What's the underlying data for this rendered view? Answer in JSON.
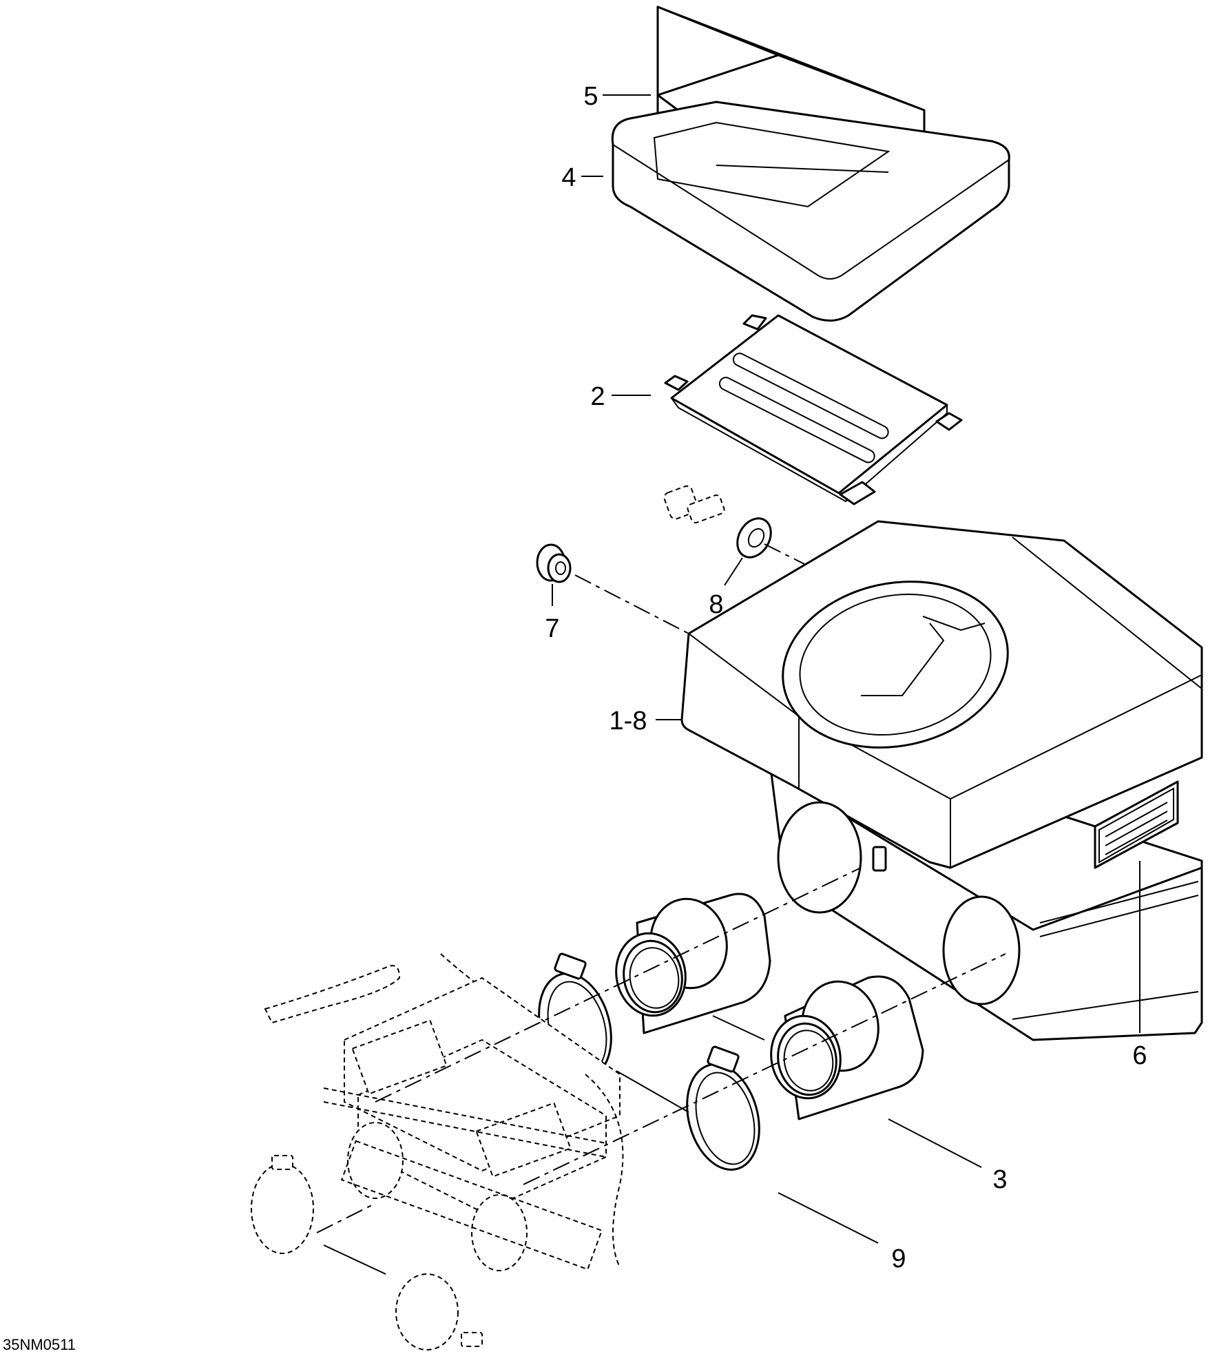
{
  "drawing_code": "35NM0511",
  "callouts": {
    "c1": "1-8",
    "c2": "2",
    "c3": "3",
    "c4": "4",
    "c5": "5",
    "c6": "6",
    "c7": "7",
    "c8": "8",
    "c9": "9"
  }
}
